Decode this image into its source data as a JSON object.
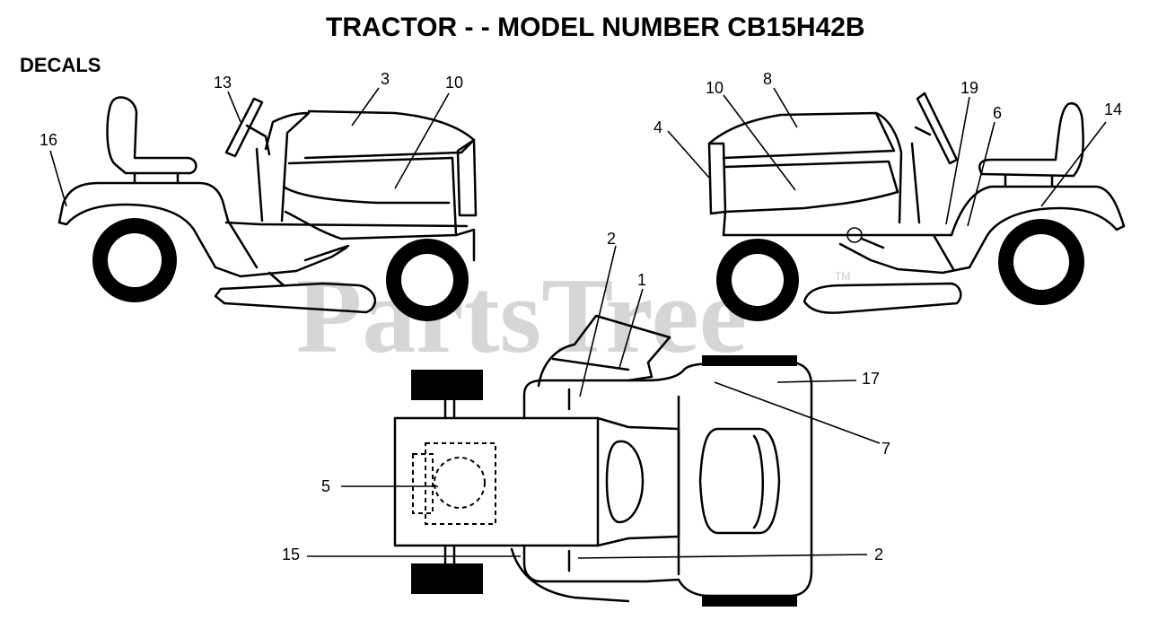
{
  "title": "TRACTOR - - MODEL NUMBER CB15H42B",
  "section": "DECALS",
  "watermark": {
    "text": "PartsTree",
    "trademark": "TM",
    "color": "#c9c9c9"
  },
  "callouts": {
    "c1": "1",
    "c2a": "2",
    "c2b": "2",
    "c3": "3",
    "c4": "4",
    "c5": "5",
    "c6": "6",
    "c7": "7",
    "c8": "8",
    "c10a": "10",
    "c10b": "10",
    "c13": "13",
    "c14": "14",
    "c15": "15",
    "c16": "16",
    "c17": "17",
    "c19": "19"
  }
}
